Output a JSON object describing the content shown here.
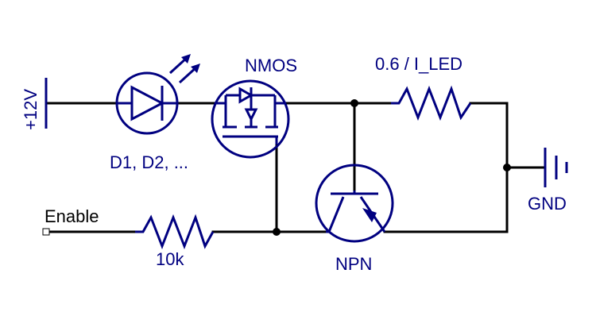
{
  "labels": {
    "supply": "+12V",
    "led": "D1, D2, ...",
    "nmos": "NMOS",
    "resistor_sense": "0.6 / I_LED",
    "ground": "GND",
    "enable": "Enable",
    "resistor_gate": "10k",
    "npn": "NPN"
  },
  "colors": {
    "wire": "#000000",
    "component": "#000080",
    "background": "#ffffff"
  },
  "icons": [
    "power-rail-icon",
    "led-icon",
    "nmos-transistor-icon",
    "resistor-icon",
    "ground-icon",
    "npn-transistor-icon",
    "input-port-icon"
  ]
}
